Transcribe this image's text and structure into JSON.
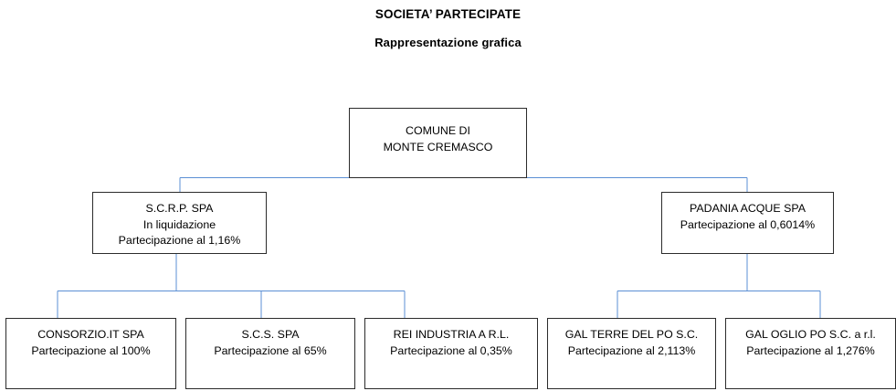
{
  "header": {
    "title": "SOCIETA’ PARTECIPATE",
    "subtitle": "Rappresentazione grafica"
  },
  "colors": {
    "connector": "#5b8fd4",
    "box_border": "#2b2b2b",
    "background": "#ffffff",
    "text": "#000000"
  },
  "chart_data": {
    "type": "diagram",
    "title": "SOCIETA’ PARTECIPATE",
    "subtitle": "Rappresentazione grafica",
    "orientation": "top-down",
    "nodes": [
      {
        "id": "root",
        "level": 0,
        "lines": [
          "COMUNE DI",
          "MONTE CREMASCO"
        ],
        "parent": null
      },
      {
        "id": "scrp",
        "level": 1,
        "lines": [
          "S.C.R.P. SPA",
          "In liquidazione",
          "Partecipazione al 1,16%"
        ],
        "parent": "root",
        "share": "1,16%"
      },
      {
        "id": "padania",
        "level": 1,
        "lines": [
          "PADANIA ACQUE SPA",
          "Partecipazione al 0,6014%"
        ],
        "parent": "root",
        "share": "0,6014%"
      },
      {
        "id": "consorzio",
        "level": 2,
        "lines": [
          "CONSORZIO.IT SPA",
          "Partecipazione al 100%"
        ],
        "parent": "scrp",
        "share": "100%"
      },
      {
        "id": "scs",
        "level": 2,
        "lines": [
          "S.C.S. SPA",
          "Partecipazione al 65%"
        ],
        "parent": "scrp",
        "share": "65%"
      },
      {
        "id": "rei",
        "level": 2,
        "lines": [
          "REI INDUSTRIA A R.L.",
          "Partecipazione al 0,35%"
        ],
        "parent": "scrp",
        "share": "0,35%"
      },
      {
        "id": "gal_terre",
        "level": 2,
        "lines": [
          "GAL TERRE DEL PO S.C.",
          "Partecipazione al 2,113%"
        ],
        "parent": "padania",
        "share": "2,113%"
      },
      {
        "id": "gal_oglio",
        "level": 2,
        "lines": [
          "GAL OGLIO PO S.C. a r.l.",
          "Partecipazione al 1,276%"
        ],
        "parent": "padania",
        "share": "1,276%"
      }
    ],
    "edges": [
      {
        "from": "root",
        "to": "scrp"
      },
      {
        "from": "root",
        "to": "padania"
      },
      {
        "from": "scrp",
        "to": "consorzio"
      },
      {
        "from": "scrp",
        "to": "scs"
      },
      {
        "from": "scrp",
        "to": "rei"
      },
      {
        "from": "padania",
        "to": "gal_terre"
      },
      {
        "from": "padania",
        "to": "gal_oglio"
      }
    ]
  },
  "nodes": {
    "root": {
      "line1": "COMUNE DI",
      "line2": "MONTE CREMASCO"
    },
    "scrp": {
      "line1": "S.C.R.P. SPA",
      "line2": "In liquidazione",
      "line3": "Partecipazione al 1,16%"
    },
    "padania": {
      "line1": "PADANIA ACQUE SPA",
      "line2": "Partecipazione al 0,6014%"
    },
    "consorzio": {
      "line1": "CONSORZIO.IT SPA",
      "line2": "Partecipazione al 100%"
    },
    "scs": {
      "line1": "S.C.S. SPA",
      "line2": "Partecipazione al 65%"
    },
    "rei": {
      "line1": "REI INDUSTRIA A R.L.",
      "line2": "Partecipazione al 0,35%"
    },
    "gal_terre": {
      "line1": "GAL TERRE DEL PO S.C.",
      "line2": "Partecipazione al 2,113%"
    },
    "gal_oglio": {
      "line1": "GAL OGLIO PO S.C. a r.l.",
      "line2": "Partecipazione al 1,276%"
    }
  }
}
